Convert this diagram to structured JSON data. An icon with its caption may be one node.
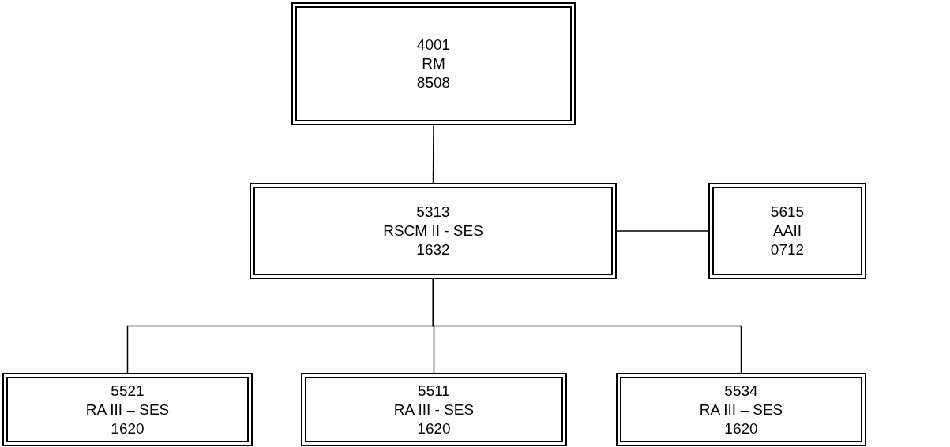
{
  "diagram": {
    "nodes": [
      {
        "text": [
          "4001",
          "RM",
          "8508"
        ]
      },
      {
        "text": [
          "5313",
          "RSCM II - SES",
          "1632"
        ]
      },
      {
        "text": [
          "5615",
          "AAII",
          "0712"
        ]
      },
      {
        "text": [
          "5521",
          "RA III – SES",
          "1620"
        ]
      },
      {
        "text": [
          "5511",
          "RA III - SES",
          "1620"
        ]
      },
      {
        "text": [
          "5534",
          "RA III – SES",
          "1620"
        ]
      }
    ],
    "edges": [
      {
        "from": 0,
        "to": 1,
        "arrow": "none"
      },
      {
        "from": 1,
        "to": 2,
        "arrow": "none"
      },
      {
        "from": 1,
        "to": 3,
        "arrow": "none"
      },
      {
        "from": 1,
        "to": 4,
        "arrow": "none"
      },
      {
        "from": 1,
        "to": 5,
        "arrow": "none"
      }
    ]
  }
}
